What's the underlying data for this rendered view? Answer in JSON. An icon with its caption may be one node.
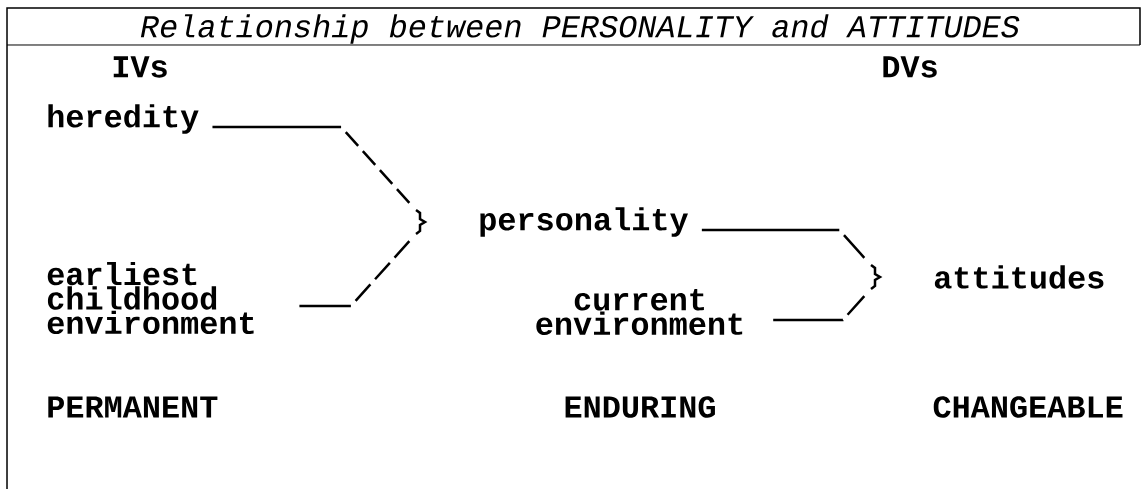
{
  "diagram": {
    "title": "Relationship between PERSONALITY and ATTITUDES",
    "nodes": [
      {
        "text": [
          "heredity"
        ]
      },
      {
        "text": [
          "earliest childhood environment"
        ]
      },
      {
        "text": [
          "personality"
        ]
      },
      {
        "text": [
          "current environment"
        ]
      },
      {
        "text": [
          "attitudes"
        ]
      }
    ],
    "edges": [
      {
        "from": 0,
        "to": 2,
        "arrow": "none",
        "style": "dashed"
      },
      {
        "from": 1,
        "to": 2,
        "arrow": "none",
        "style": "dashed"
      },
      {
        "from": 2,
        "to": 4,
        "arrow": "none",
        "style": "dashed"
      },
      {
        "from": 3,
        "to": 4,
        "arrow": "none",
        "style": "dashed"
      }
    ],
    "labels": [
      "IVs",
      "DVs",
      "PERMANENT",
      "ENDURING",
      "CHANGEABLE"
    ]
  }
}
